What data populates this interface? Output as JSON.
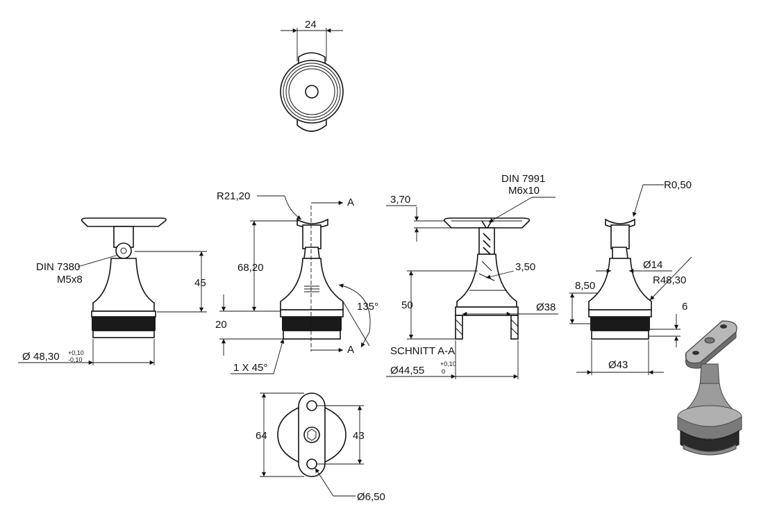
{
  "top_view": {
    "width": "24"
  },
  "side_view_1": {
    "din_label": "DIN 7380",
    "din_size": "M5x8",
    "height": "45",
    "diameter_prefix": "Ø",
    "diameter": "48,30",
    "tol_plus": "+0,10",
    "tol_minus": "-0,10"
  },
  "side_view_2": {
    "radius": "R21,20",
    "section_marker": "A",
    "height": "68,20",
    "base_height": "20",
    "angle": "135°",
    "chamfer": "1 X 45°"
  },
  "section_view": {
    "din_label": "DIN 7991",
    "din_size": "M6x10",
    "plate_thickness": "3,70",
    "wall": "3,50",
    "height": "50",
    "inner_diameter": "Ø38",
    "title": "SCHNITT A-A",
    "outer_diameter": "Ø44,55",
    "tol_plus": "+0,10",
    "tol_minus": "0"
  },
  "side_view_3": {
    "radius": "R0,50",
    "stem_diameter": "Ø14",
    "saddle_radius": "R48,30",
    "cone_height": "8,50",
    "ring_height": "6",
    "base_diameter": "Ø43"
  },
  "bottom_view": {
    "length": "64",
    "hole_distance": "43",
    "hole_diameter": "Ø6,50"
  }
}
